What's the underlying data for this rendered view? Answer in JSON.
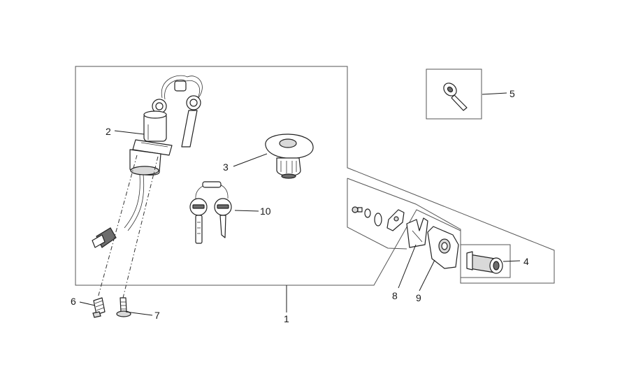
{
  "callouts": {
    "c1": "1",
    "c2": "2",
    "c3": "3",
    "c4": "4",
    "c5": "5",
    "c6": "6",
    "c7": "7",
    "c8": "8",
    "c9": "9",
    "c10": "10"
  },
  "icons": {
    "ignition_switch": "ignition-switch-icon",
    "fuel_cap": "fuel-cap-icon",
    "lock_cylinder": "lock-cylinder-icon",
    "key": "key-icon"
  }
}
